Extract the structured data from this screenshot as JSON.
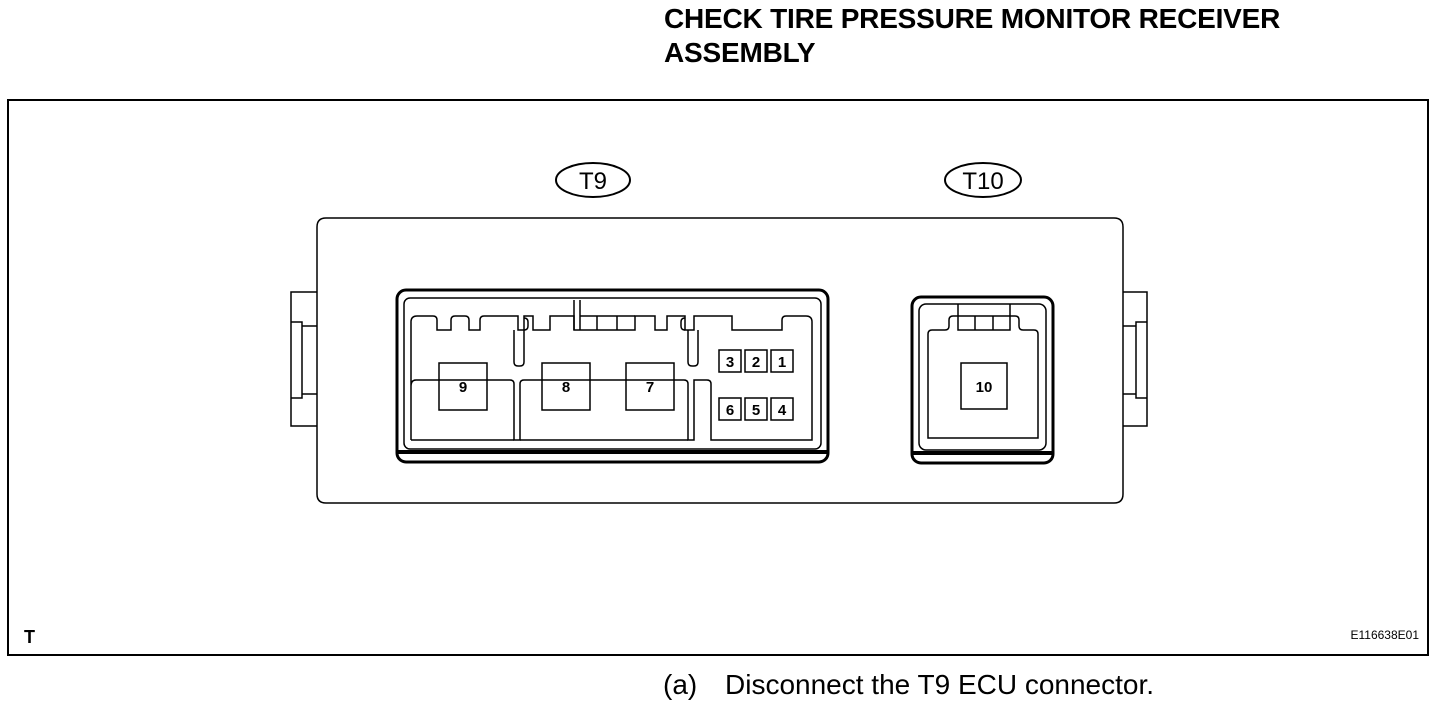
{
  "title": {
    "line1": "CHECK TIRE PRESSURE MONITOR RECEIVER",
    "line2": "ASSEMBLY"
  },
  "diagram": {
    "connector_labels": {
      "t9": "T9",
      "t10": "T10"
    },
    "t9_pins": {
      "p1": "1",
      "p2": "2",
      "p3": "3",
      "p4": "4",
      "p5": "5",
      "p6": "6",
      "p7": "7",
      "p8": "8",
      "p9": "9"
    },
    "t10_pins": {
      "p10": "10"
    },
    "corner_mark": "T",
    "figure_id": "E116638E01"
  },
  "caption": {
    "marker": "(a)",
    "text": "Disconnect the T9 ECU connector."
  }
}
